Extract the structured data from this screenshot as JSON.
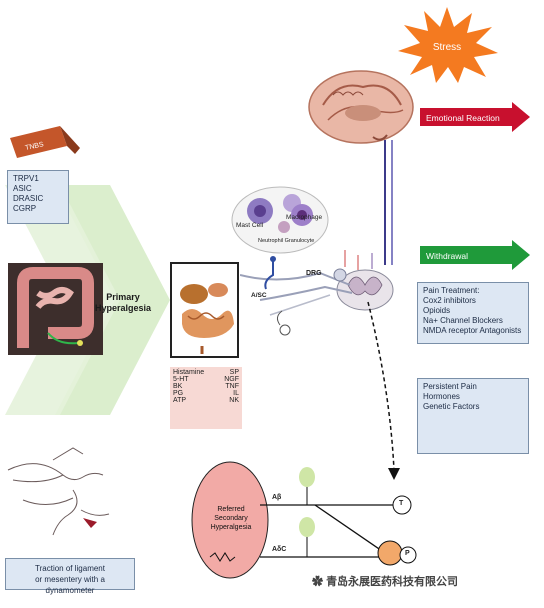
{
  "stress": "Stress",
  "emotional_reaction": "Emotional Reaction",
  "withdrawal": "Withdrawal",
  "tnbs": "TNBS",
  "receptors": [
    "TRPV1",
    "ASIC",
    "DRASIC",
    "CGRP"
  ],
  "primary_hyperalgesia": [
    "Primary",
    "Hyperalgesia"
  ],
  "cells": {
    "mast": "Mast Cell",
    "macrophage": "Macrophage",
    "neutrophil": "Neutrophil Granulocyte"
  },
  "drg": "DRG",
  "asc": "A/SC",
  "mediators": {
    "left": [
      "Histamine",
      "5-HT",
      "BK",
      "PG",
      "ATP"
    ],
    "right": [
      "SP",
      "NGF",
      "TNF",
      "IL",
      "NK"
    ]
  },
  "pain_treatment": [
    "Pain Treatment:",
    "Cox2 inhibitors",
    "Opioids",
    "Na+ Channel Blockers",
    "NMDA receptor Antagonists"
  ],
  "persistent": [
    "Persistent Pain",
    "Hormones",
    "Genetic Factors"
  ],
  "referred": [
    "Referred",
    "Secondary",
    "Hyperalgesia"
  ],
  "fiber_ab": "Aβ",
  "fiber_asc": "AδC",
  "node_t": "T",
  "node_p": "P",
  "traction": [
    "Traction of ligament",
    "or mesentery with a dynamometer"
  ],
  "watermark": "青岛永展医药科技有限公司",
  "colors": {
    "box_fill": "#dde7f3",
    "red_arrow": "#c8102e",
    "green_arrow": "#1f9a3a",
    "stress_orange": "#f47a20",
    "chevron": "#d7ecc8"
  }
}
